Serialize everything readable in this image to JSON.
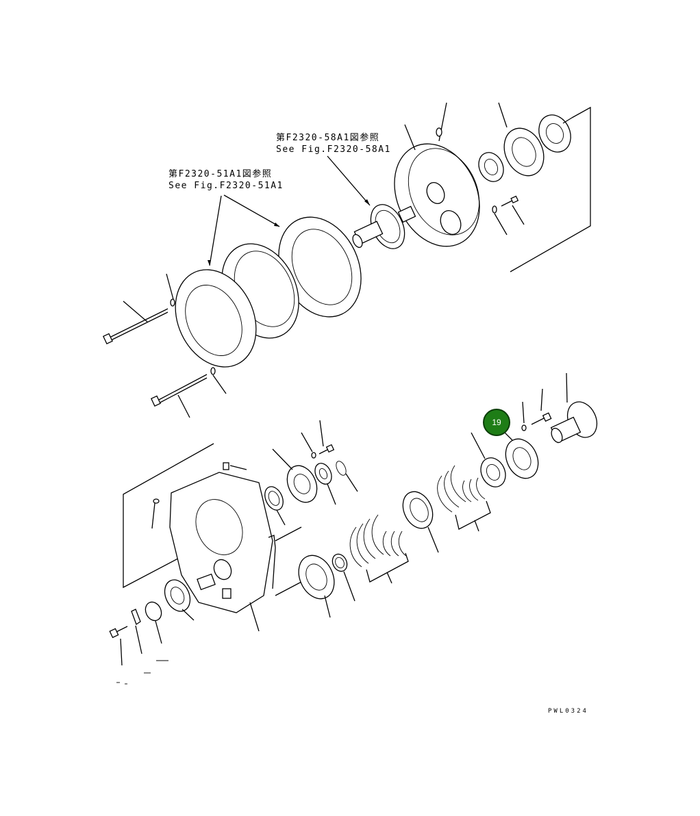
{
  "references": {
    "upper": {
      "jp": "第F2320-58A1図参照",
      "en": "See Fig.F2320-58A1"
    },
    "lower": {
      "jp": "第F2320-51A1図参照",
      "en": "See Fig.F2320-51A1"
    }
  },
  "callout": {
    "number": "19",
    "color": "#1e7d16"
  },
  "drawing_code": "PWL0324"
}
